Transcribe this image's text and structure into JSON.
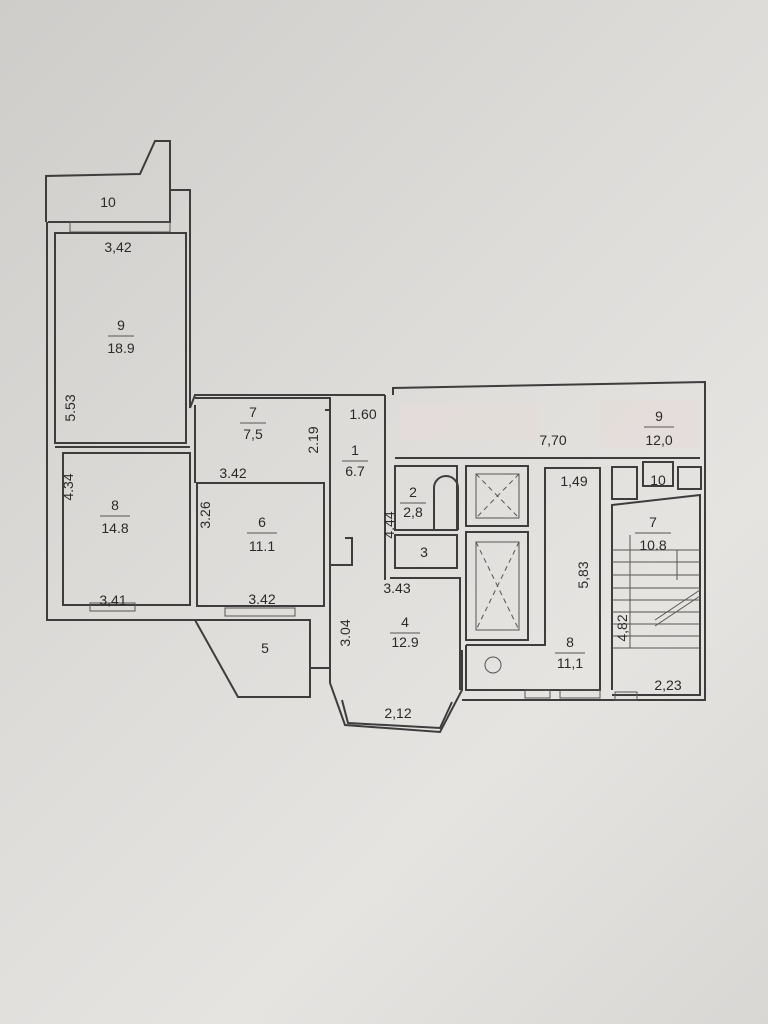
{
  "plan": {
    "apartment": {
      "balcony": {
        "number": "10",
        "width": "3,42"
      },
      "rooms": [
        {
          "number": "9",
          "area": "18.9",
          "dim": "5.53"
        },
        {
          "number": "7",
          "area": "7,5",
          "dim_a": "3.42",
          "dim_b": "2.19"
        },
        {
          "number": "1",
          "area": "6.7",
          "dim": "1.60"
        },
        {
          "number": "8",
          "area": "14.8",
          "dim_a": "4.34",
          "dim_b": "3,41"
        },
        {
          "number": "6",
          "area": "11.1",
          "dim_a": "3.26",
          "dim_b": "3.42"
        },
        {
          "number": "5"
        },
        {
          "number": "2",
          "area": "2,8",
          "dim": "4.44"
        },
        {
          "number": "3"
        },
        {
          "number": "4",
          "area": "12.9",
          "dim_a": "3.43",
          "dim_b": "3.04",
          "dim_c": "2,12"
        }
      ]
    },
    "common": {
      "corridor": {
        "number": "9",
        "area": "12,0",
        "dim": "7,70"
      },
      "hall": {
        "number": "8",
        "area": "11,1",
        "dim_a": "1,49",
        "dim_b": "5,83"
      },
      "small": {
        "number": "10"
      },
      "stairs": {
        "number": "7",
        "area": "10.8",
        "dim_a": "4,82",
        "dim_b": "2,23"
      }
    }
  }
}
